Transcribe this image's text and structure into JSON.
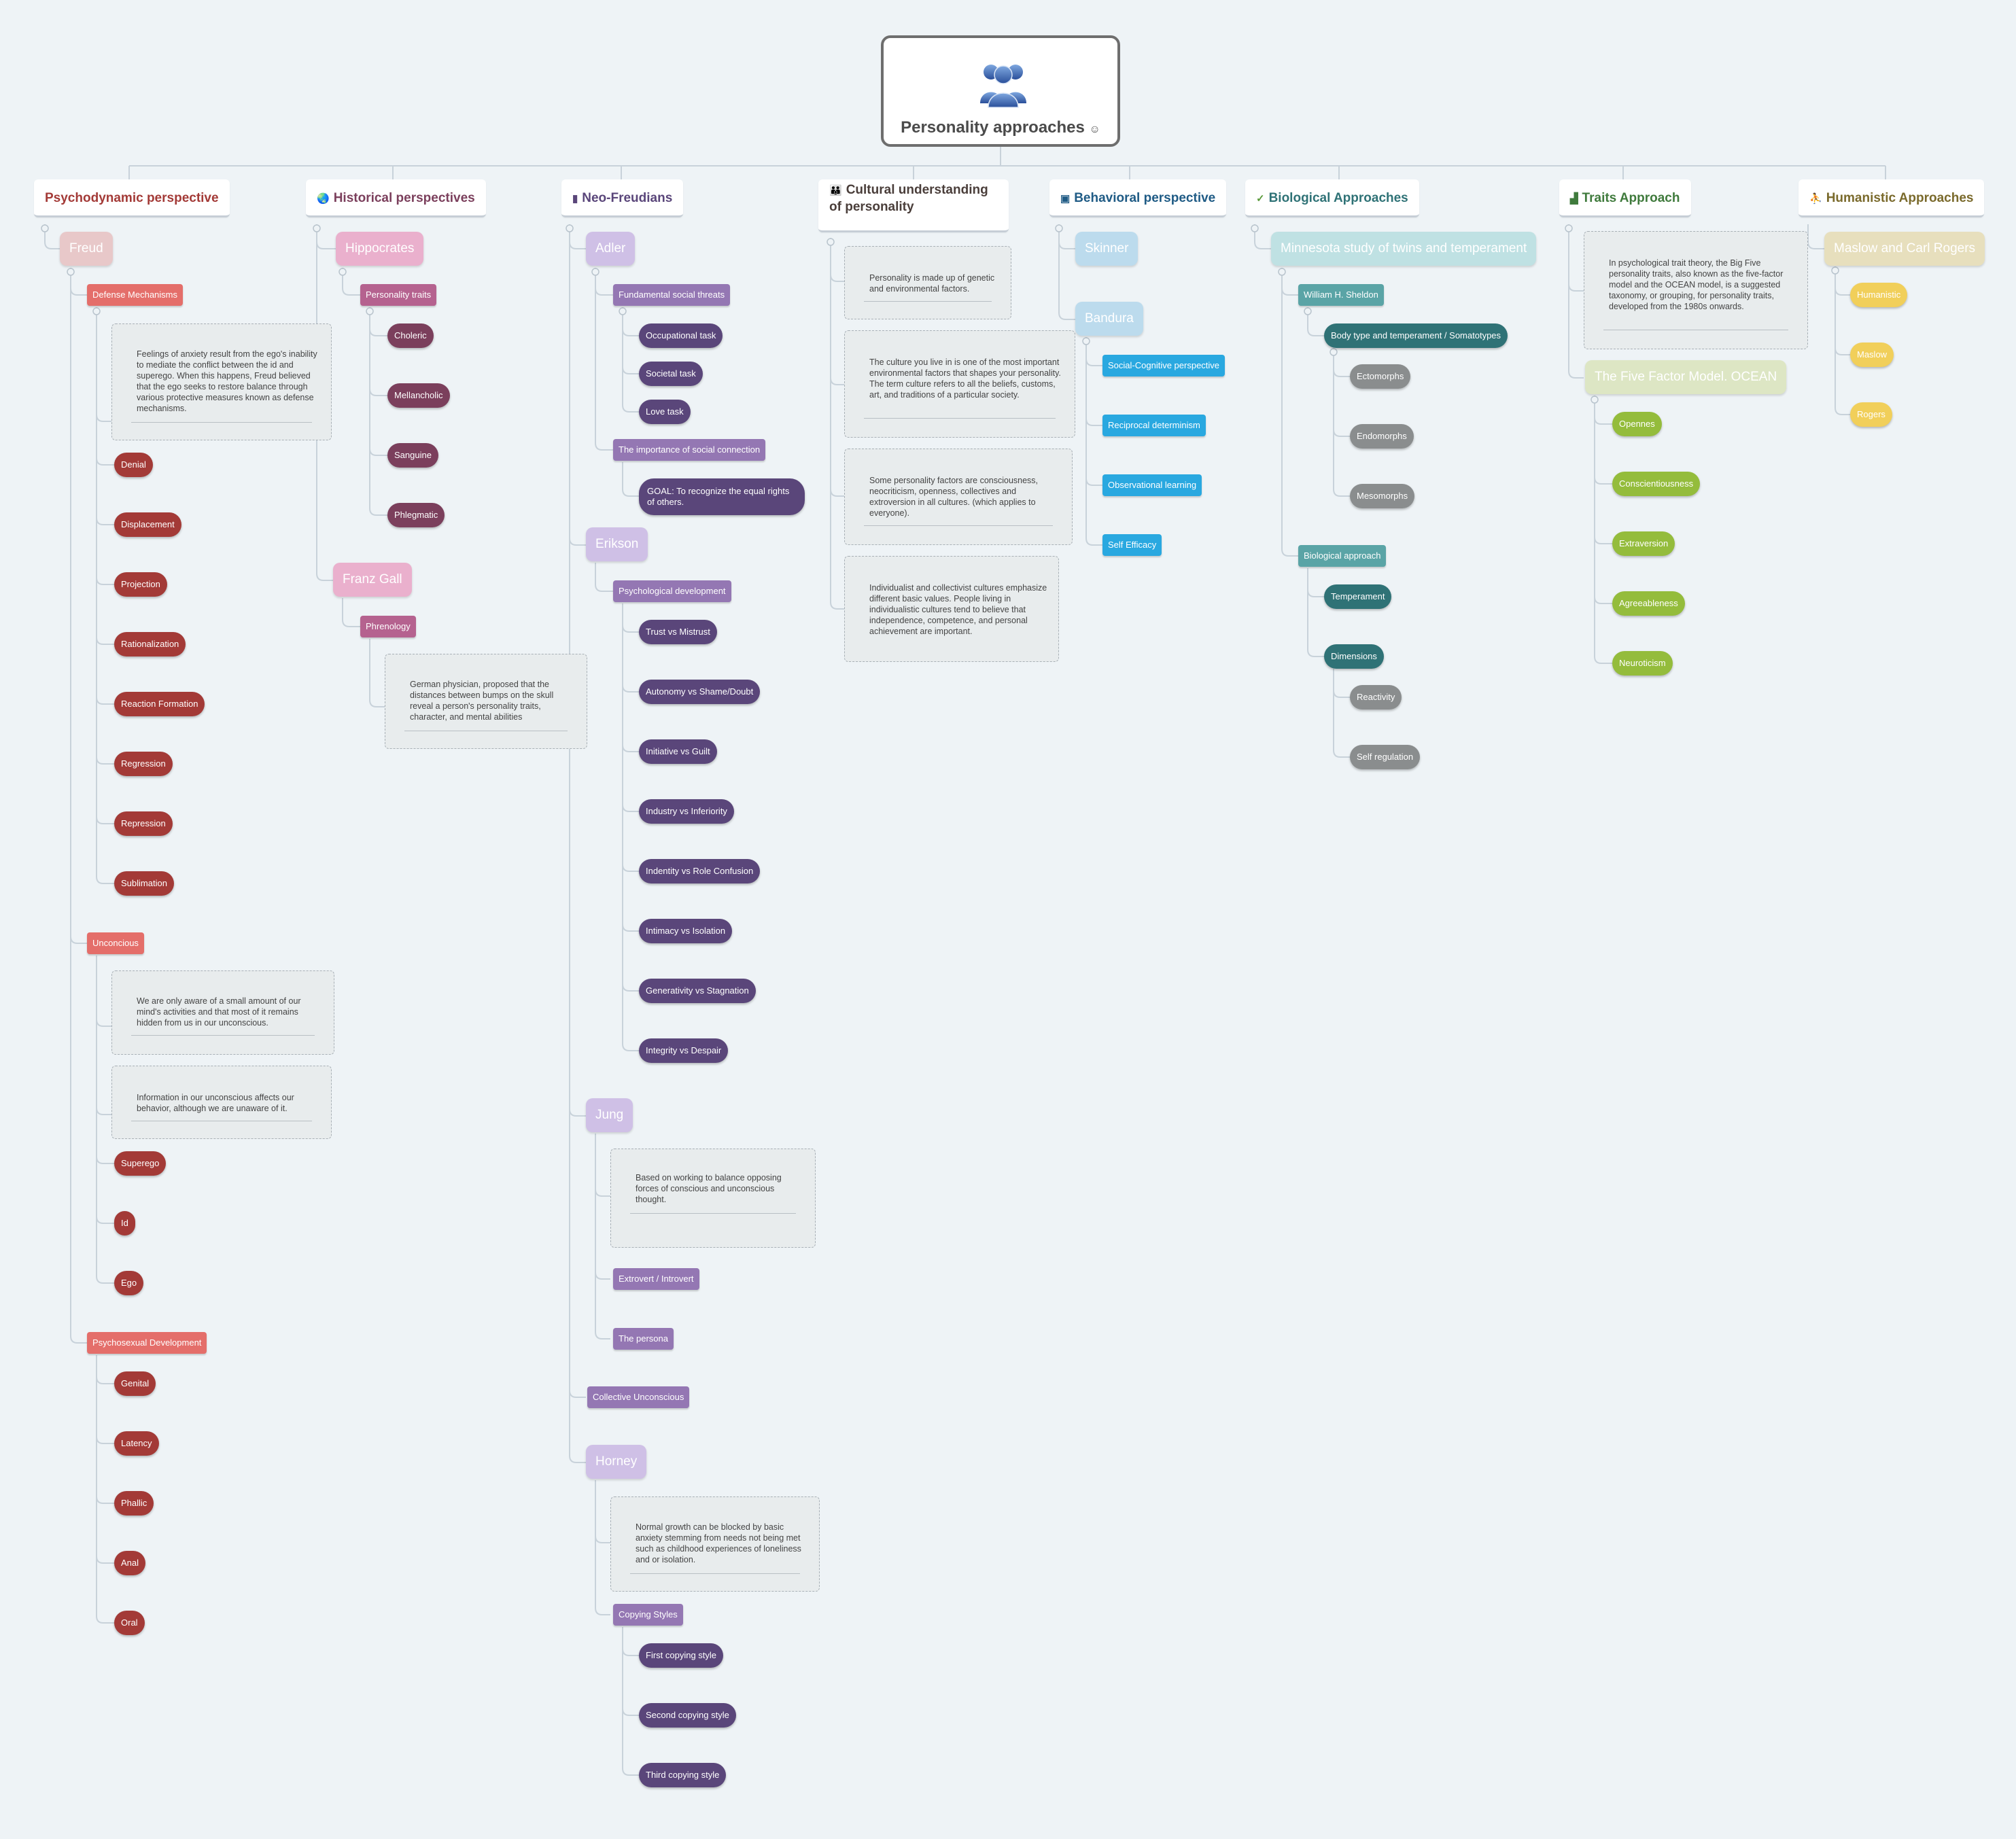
{
  "root": {
    "title": "Personality approaches"
  },
  "branches": {
    "psychodynamic": {
      "title": "Psychodynamic perspective",
      "freud": "Freud",
      "defense": {
        "label": "Defense Mechanisms",
        "note": "Feelings of anxiety result from the ego's inability to mediate the conflict between the id and superego. When this happens, Freud believed that the ego seeks to restore balance through various protective measures known as defense mechanisms.",
        "items": [
          "Denial",
          "Displacement",
          "Projection",
          "Rationalization",
          "Reaction Formation",
          "Regression",
          "Repression",
          "Sublimation"
        ]
      },
      "unconscious": {
        "label": "Unconcious",
        "note1": "We are only aware of a small amount of our mind's activities and that most of it remains hidden from us in our unconscious.",
        "note2": "Information in our unconscious affects our behavior, although we are unaware of it.",
        "items": [
          "Superego",
          "Id",
          "Ego"
        ]
      },
      "psychosexual": {
        "label": "Psychosexual Development",
        "items": [
          "Genital",
          "Latency",
          "Phallic",
          "Anal",
          "Oral"
        ]
      }
    },
    "historical": {
      "title": "Historical perspectives",
      "hippocrates": "Hippocrates",
      "traits": {
        "label": "Personality traits",
        "items": [
          "Choleric",
          "Mellancholic",
          "Sanguine",
          "Phlegmatic"
        ]
      },
      "gall": "Franz Gall",
      "phrenology": "Phrenology",
      "phrenology_note": "German physician, proposed that the distances between bumps on the skull reveal a person's personality traits, character, and mental abilities"
    },
    "neo": {
      "title": "Neo-Freudians",
      "adler": "Adler",
      "threats": {
        "label": "Fundamental social threats",
        "items": [
          "Occupational task",
          "Societal task",
          "Love task"
        ]
      },
      "connection": {
        "label": "The importance of social connection",
        "goal": "GOAL: To recognize the equal rights of others."
      },
      "erikson": "Erikson",
      "psychdev": {
        "label": "Psychological development",
        "items": [
          "Trust vs Mistrust",
          "Autonomy vs Shame/Doubt",
          "Initiative vs Guilt",
          "Industry vs Inferiority",
          "Indentity vs Role Confusion",
          "Intimacy vs Isolation",
          "Generativity vs Stagnation",
          "Integrity vs Despair"
        ]
      },
      "jung": "Jung",
      "jung_note": "Based on working to balance opposing forces of conscious and unconscious thought.",
      "extro": "Extrovert / Introvert",
      "persona": "The persona",
      "collective": "Collective Unconscious",
      "horney": "Horney",
      "horney_note": "Normal growth can be blocked by basic anxiety stemming from needs not being met such as childhood experiences of loneliness and or isolation.",
      "coping": {
        "label": "Copying Styles",
        "items": [
          "First copying style",
          "Second copying style",
          "Third copying style"
        ]
      }
    },
    "cultural": {
      "title": "Cultural understanding of personality",
      "notes": [
        "Personality is made up of genetic and environmental factors.",
        "The culture you live in is one of the most important environmental factors that shapes your personality. The term culture refers to all the beliefs, customs, art, and traditions of a particular society.",
        "Some personality factors are consciousness, neocriticism, openness, collectives and extroversion in all cultures. (which applies to everyone).",
        "Individualist and collectivist cultures emphasize different basic values. People living in individualistic cultures tend to believe that independence, competence, and personal achievement are important."
      ]
    },
    "behavioral": {
      "title": "Behavioral perspective",
      "skinner": "Skinner",
      "bandura": "Bandura",
      "items": [
        "Social-Cognitive perspective",
        "Reciprocal determinism",
        "Observational learning",
        "Self Efficacy"
      ]
    },
    "biological": {
      "title": "Biological Approaches",
      "minnesota": "Minnesota study of twins and temperament",
      "sheldon": "William H. Sheldon",
      "body": "Body type and temperament / Somatotypes",
      "somato": [
        "Ectomorphs",
        "Endomorphs",
        "Mesomorphs"
      ],
      "bioapproach": "Biological approach",
      "temperament": "Temperament",
      "dimensions": "Dimensions",
      "dims": [
        "Reactivity",
        "Self regulation"
      ]
    },
    "traits": {
      "title": "Traits Approach",
      "note": "In psychological trait theory, the Big Five personality traits, also known as the five-factor model and the OCEAN model, is a suggested taxonomy, or grouping, for personality traits, developed from the 1980s onwards.",
      "ocean": "The Five Factor Model. OCEAN",
      "items": [
        "Opennes",
        "Conscientiousness",
        "Extraversion",
        "Agreeableness",
        "Neuroticism"
      ]
    },
    "humanistic": {
      "title": "Humanistic Approaches",
      "maslow": "Maslow and Carl Rogers",
      "items": [
        "Humanistic",
        "Maslow",
        "Rogers"
      ]
    }
  },
  "colors": {
    "psych": "#a33a37",
    "psychMid": "#e46e6a",
    "psychBig": "#e8c8c9",
    "hist": "#7b3f5c",
    "histMid": "#b5628f",
    "histBig": "#eab0cd",
    "neo": "#5a467a",
    "neoMid": "#9477b3",
    "neoBig": "#cfc0e6",
    "behav": "#29a8e0",
    "behavBig": "#bcdbed",
    "bio": "#2f7276",
    "bioMid": "#5aa4a6",
    "bioBig": "#bfe1e3",
    "gray": "#8a8d8e",
    "traits": "#94bc3c",
    "traitsBig": "#dde6c4",
    "hum": "#f1cf5a",
    "humBig": "#e7dfbd"
  }
}
